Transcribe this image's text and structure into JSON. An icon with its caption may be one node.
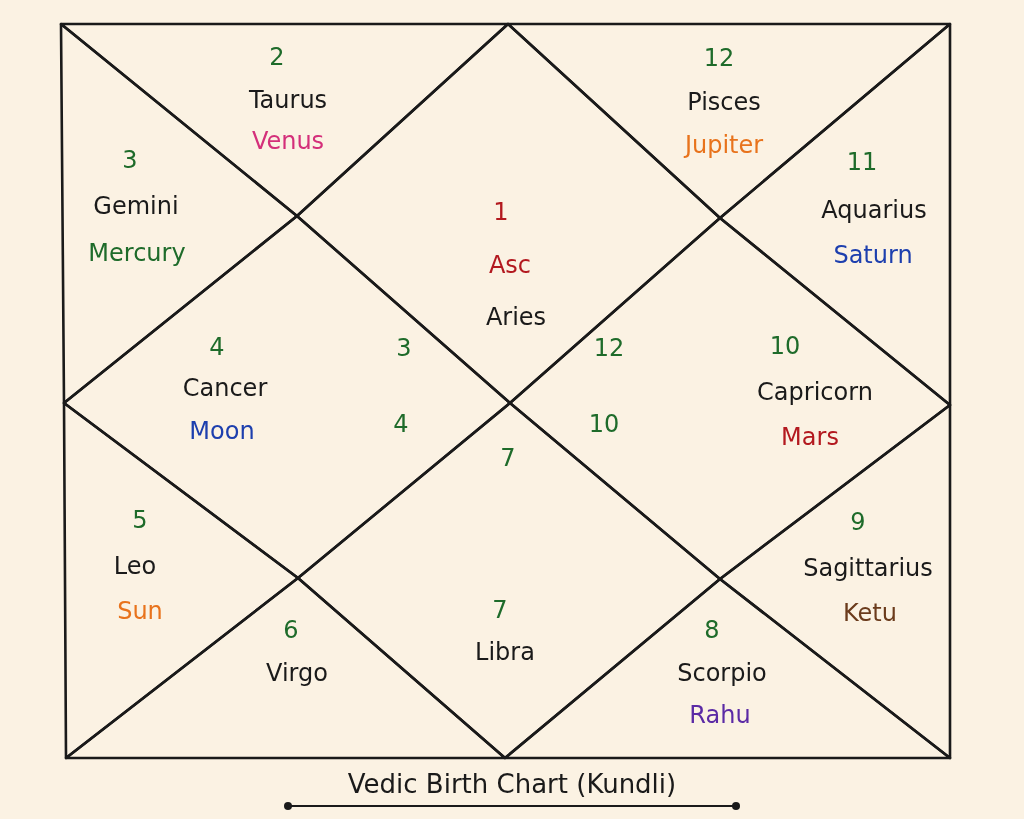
{
  "diagram": {
    "caption": "Vedic Birth Chart (Kundli)",
    "nodes": [
      {
        "text": [
          "1",
          "Asc",
          "Aries"
        ]
      },
      {
        "text": [
          "2",
          "Taurus",
          "Venus"
        ]
      },
      {
        "text": [
          "3",
          "Gemini",
          "Mercury"
        ]
      },
      {
        "text": [
          "4",
          "Cancer",
          "Moon"
        ]
      },
      {
        "text": [
          "5",
          "Leo",
          "Sun"
        ]
      },
      {
        "text": [
          "6",
          "Virgo"
        ]
      },
      {
        "text": [
          "7",
          "Libra"
        ]
      },
      {
        "text": [
          "8",
          "Scorpio",
          "Rahu"
        ]
      },
      {
        "text": [
          "9",
          "Sagittarius",
          "Ketu"
        ]
      },
      {
        "text": [
          "10",
          "Capricorn",
          "Mars"
        ]
      },
      {
        "text": [
          "11",
          "Aquarius",
          "Saturn"
        ]
      },
      {
        "text": [
          "12",
          "Pisces",
          "Jupiter"
        ]
      }
    ],
    "labels": [
      "3",
      "12",
      "4",
      "10",
      "7"
    ]
  }
}
